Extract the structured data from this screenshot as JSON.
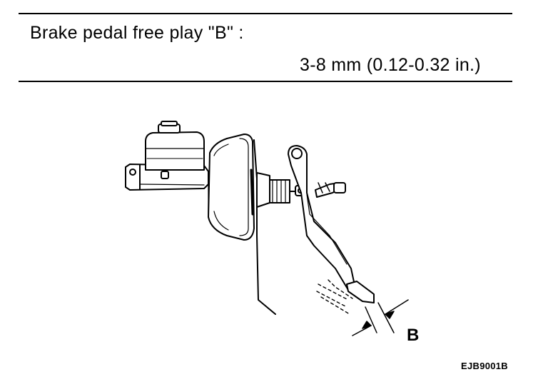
{
  "spec": {
    "label": "Brake pedal free play \"B\" :",
    "value": "3-8 mm (0.12-0.32 in.)"
  },
  "figure": {
    "callout_label": "B",
    "code": "EJB9001B"
  }
}
